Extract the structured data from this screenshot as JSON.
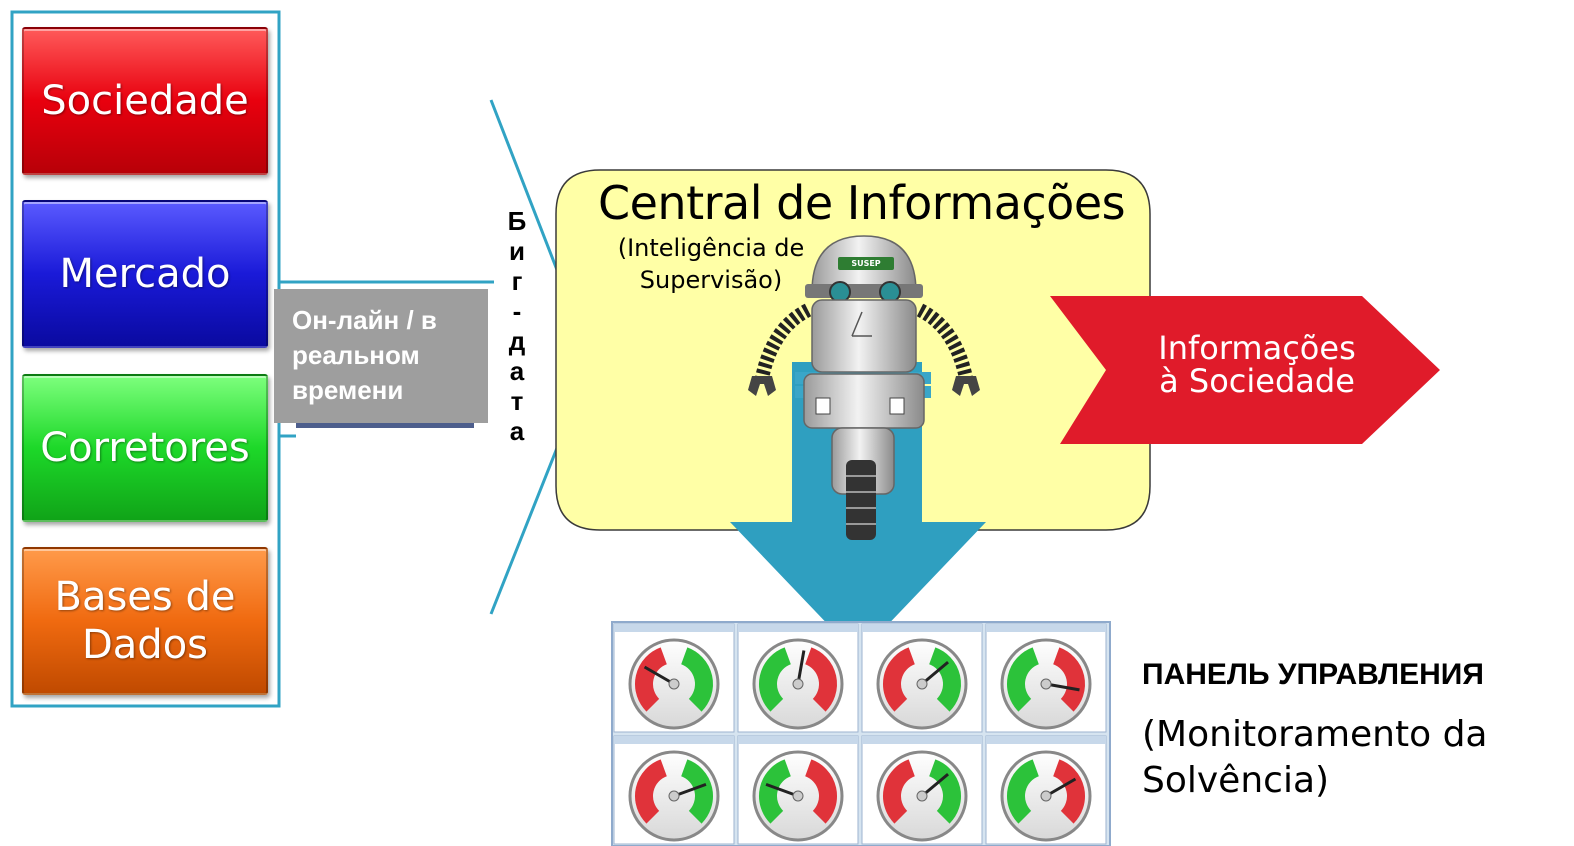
{
  "sources": [
    {
      "label": "Sociedade",
      "color": "#e8000e"
    },
    {
      "label": "Mercado",
      "color": "#1a1ad8"
    },
    {
      "label": "Corretores",
      "color": "#1dd829"
    },
    {
      "label": "Bases de Dados",
      "color": "#f06a10"
    }
  ],
  "online": {
    "lines": [
      "Он-лайн / в",
      "реальном",
      "времени"
    ]
  },
  "bigdata": {
    "letters": [
      "Б",
      "и",
      "г",
      "-",
      "д",
      "а",
      "т",
      "а"
    ]
  },
  "central": {
    "title": "Central de Informações",
    "subtitle_lines": [
      "(Inteligência de",
      "Supervisão)"
    ],
    "robot_badge": "SUSEP"
  },
  "info": {
    "lines": [
      "Informações",
      "à Sociedade"
    ]
  },
  "painel": {
    "title": "ПАНЕЛЬ УПРАВЛЕНИЯ",
    "subtitle_lines": [
      "(Monitoramento da",
      "Solvência)"
    ]
  },
  "colors": {
    "frame": "#31a3c4",
    "cloud": "#ffffa6",
    "down_arrow": "#2f9fc0",
    "info_arrow": "#e01b2a",
    "gauge_green": "#2cc23a",
    "gauge_red": "#e0333a"
  }
}
